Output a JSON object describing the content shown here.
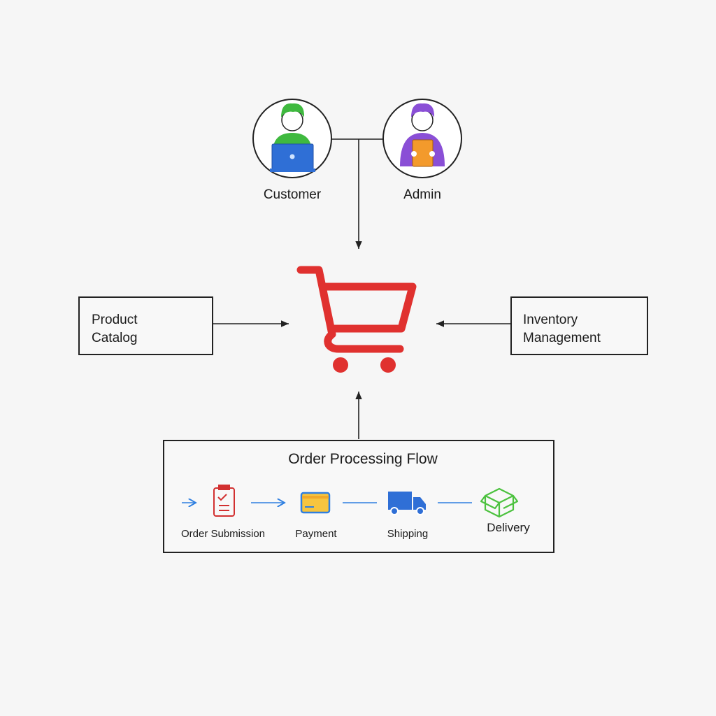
{
  "actors": [
    {
      "label": "Customer",
      "color": "#3fb93f"
    },
    {
      "label": "Admin",
      "color": "#8a4fd6"
    }
  ],
  "center": {
    "icon": "shopping-cart-icon",
    "color": "#e0312f"
  },
  "product_catalog": {
    "lines": [
      "Product",
      "Catalog"
    ],
    "icon": "database-icon",
    "color": "#2f7fe0"
  },
  "inventory": {
    "lines": [
      "Inventory",
      "Management"
    ],
    "icon": "database-icon",
    "color": "#4cc23f"
  },
  "order_flow": {
    "title": "Order Processing Flow",
    "steps": [
      {
        "label": "Order Submission",
        "icon": "clipboard-check-icon"
      },
      {
        "label": "Payment",
        "icon": "credit-card-icon"
      },
      {
        "label": "Shipping",
        "icon": "truck-icon"
      },
      {
        "label": "Delivery",
        "icon": "package-icon"
      }
    ]
  }
}
